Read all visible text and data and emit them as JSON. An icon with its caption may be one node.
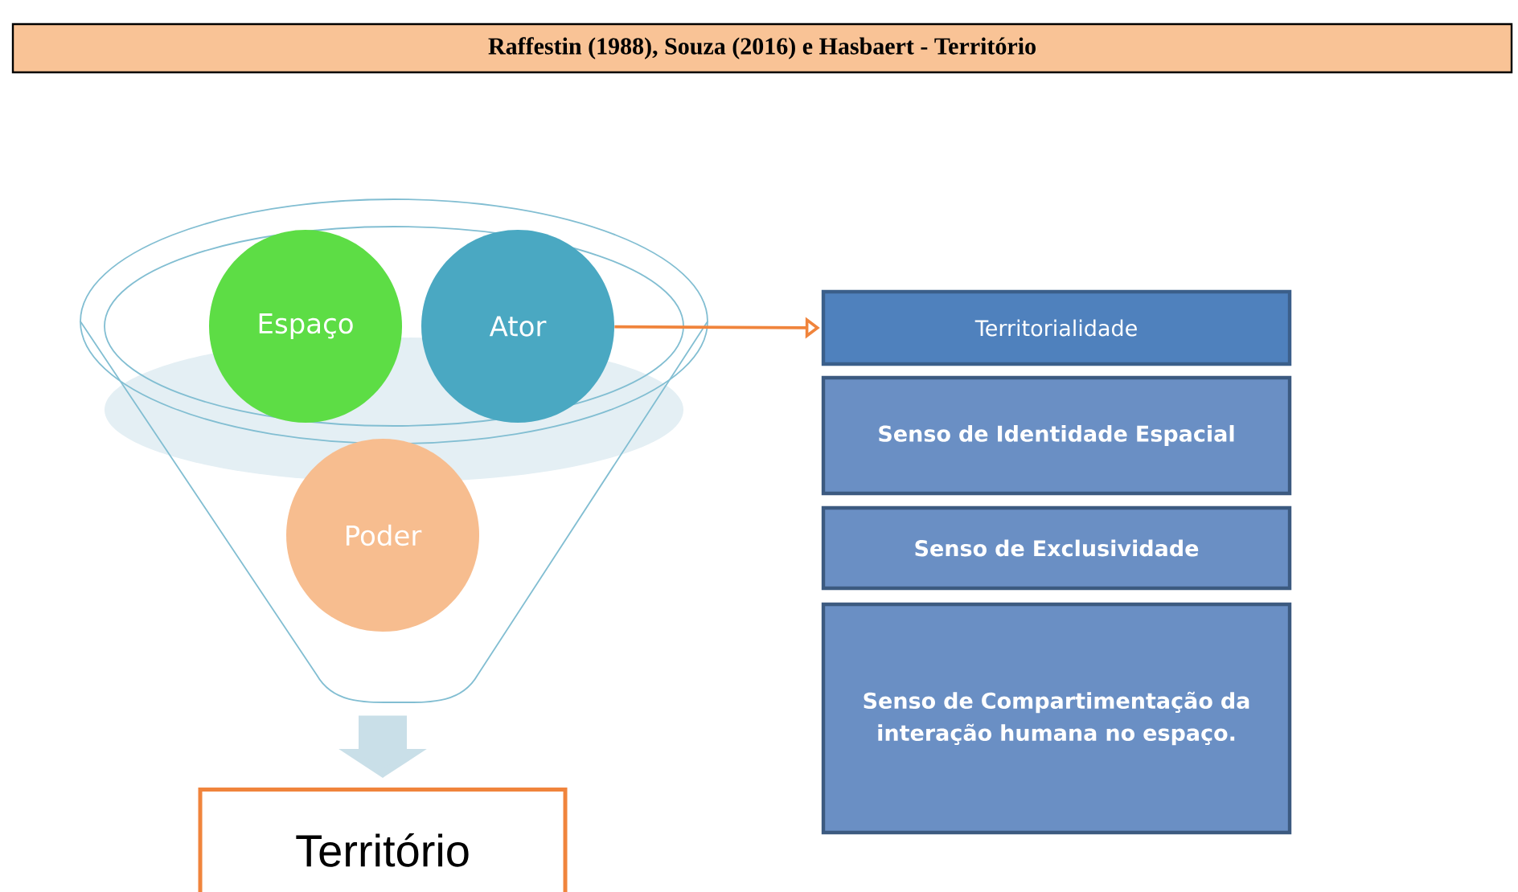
{
  "diagram": {
    "title": "Raffestin (1988), Souza (2016) e Hasbaert - Território",
    "nodes": [
      {
        "text": [],
        "shape": "funnel"
      },
      {
        "text": [
          "Espaço"
        ],
        "in": 0
      },
      {
        "text": [
          "Ator"
        ],
        "in": 0
      },
      {
        "text": [
          "Poder"
        ],
        "in": 0
      },
      {
        "text": [
          "Território"
        ]
      },
      {
        "text": [
          "Territorialidade"
        ]
      },
      {
        "text": [
          "Senso de Identidade Espacial"
        ]
      },
      {
        "text": [
          "Senso de Exclusividade"
        ]
      },
      {
        "text": [
          "Senso de Compartimentação da interação humana no espaço."
        ]
      }
    ],
    "edges": [
      {
        "from": 2,
        "to": 5,
        "arrow": "to",
        "color": "#f0843c"
      },
      {
        "from": 0,
        "to": 4,
        "arrow": "to",
        "style": "thick",
        "color": "#c9dfe8"
      }
    ]
  }
}
